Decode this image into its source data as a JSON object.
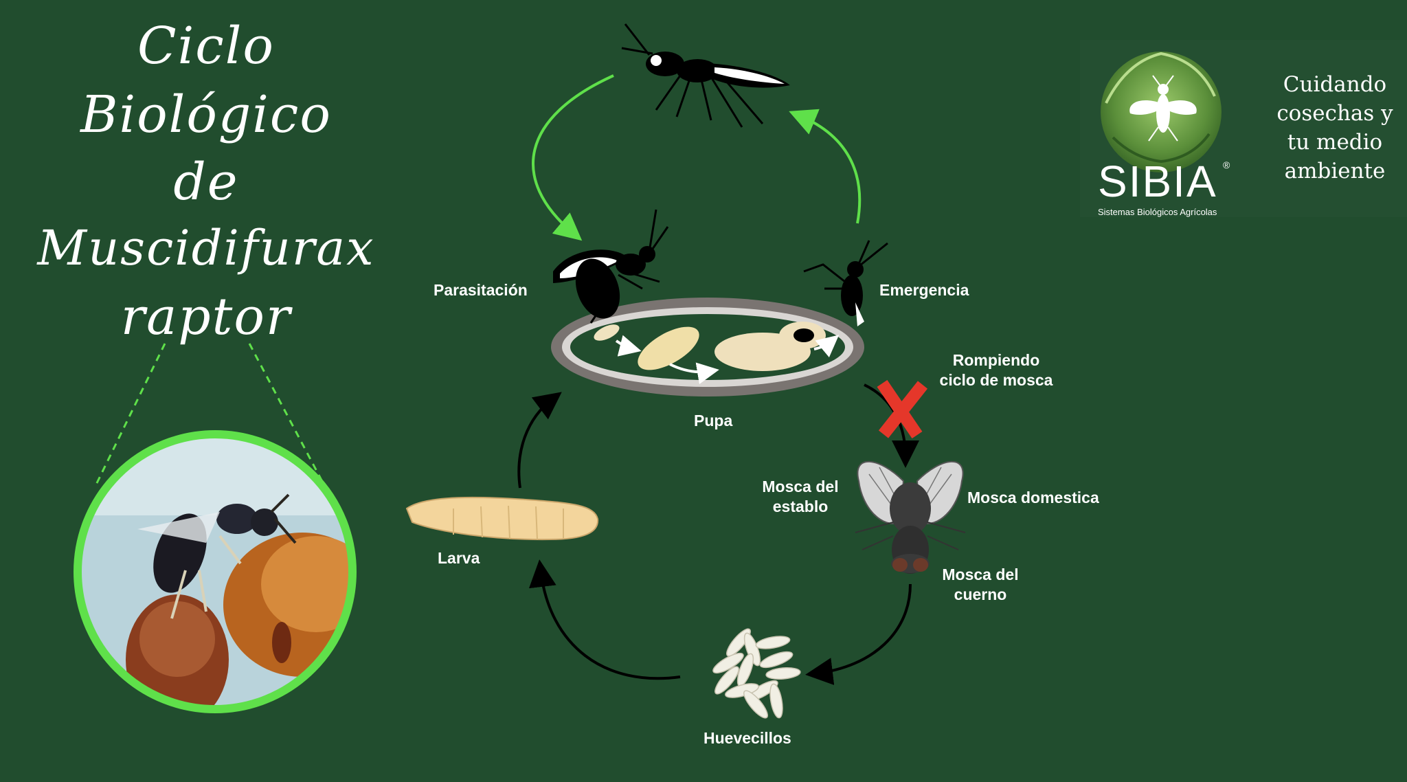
{
  "title": {
    "lines": [
      "Ciclo",
      "Biológico",
      "de",
      "Muscidifurax",
      "raptor"
    ]
  },
  "labels": {
    "parasitacion": "Parasitación",
    "emergencia": "Emergencia",
    "rompiendo_line1": "Rompiendo",
    "rompiendo_line2": "ciclo de mosca",
    "pupa": "Pupa",
    "mosca_establo_line1": "Mosca del",
    "mosca_establo_line2": "establo",
    "mosca_domestica": "Mosca domestica",
    "mosca_cuerno_line1": "Mosca del",
    "mosca_cuerno_line2": "cuerno",
    "larva": "Larva",
    "huevecillos": "Huevecillos"
  },
  "logo": {
    "name": "SIBIA",
    "registered": "®",
    "subtitle": "Sistemas Biológicos Agrícolas"
  },
  "tagline": [
    "Cuidando",
    "cosechas y",
    "tu medio",
    "ambiente"
  ],
  "colors": {
    "background": "#214d2e",
    "accent_green": "#5fe04a",
    "cross_red": "#e5372a",
    "text": "#ffffff"
  }
}
